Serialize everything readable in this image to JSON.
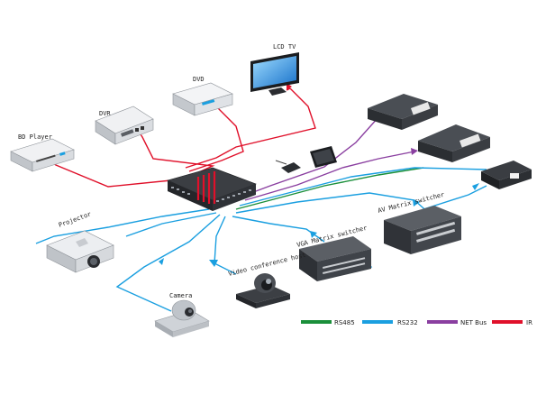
{
  "devices": {
    "lcd_tv": "LCD TV",
    "dvd": "DVD",
    "dvr": "DVR",
    "bd_player": "BD Player",
    "projector": "Projector",
    "camera": "Camera",
    "video_conference_host": "Video conference host",
    "vga_matrix_switcher": "VGA Matrix switcher",
    "av_matrix_switcher": "AV Matrix switcher"
  },
  "legend": [
    {
      "label": "RS485",
      "color": "#1a8f3a"
    },
    {
      "label": "RS232",
      "color": "#1a9fe0"
    },
    {
      "label": "NET Bus",
      "color": "#8a3fa0"
    },
    {
      "label": "IR",
      "color": "#e0102a"
    }
  ],
  "colors": {
    "rs485": "#1a8f3a",
    "rs232": "#1a9fe0",
    "netbus": "#8a3fa0",
    "ir": "#e0102a"
  }
}
